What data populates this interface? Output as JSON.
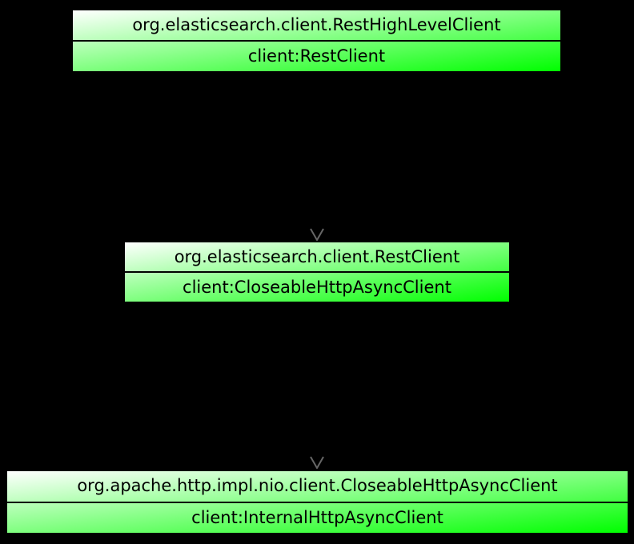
{
  "page": {
    "kind": "collaboration-graph"
  },
  "style": {
    "page_background": "#000000",
    "node_fill_start": "#ffffff",
    "node_fill_end": "#00ff00",
    "node_border": "#000000",
    "text_color": "#000000",
    "arrowhead_color": "#666666"
  },
  "graph": {
    "nodes": [
      {
        "title": "org.elasticsearch.client.RestHighLevelClient",
        "field": "client:RestClient"
      },
      {
        "title": "org.elasticsearch.client.RestClient",
        "field": "client:CloseableHttpAsyncClient"
      },
      {
        "title": "org.apache.http.impl.nio.client.CloseableHttpAsyncClient",
        "field": "client:InternalHttpAsyncClient"
      }
    ],
    "edges": [
      {
        "from": 0,
        "to": 1
      },
      {
        "from": 1,
        "to": 2
      }
    ]
  }
}
